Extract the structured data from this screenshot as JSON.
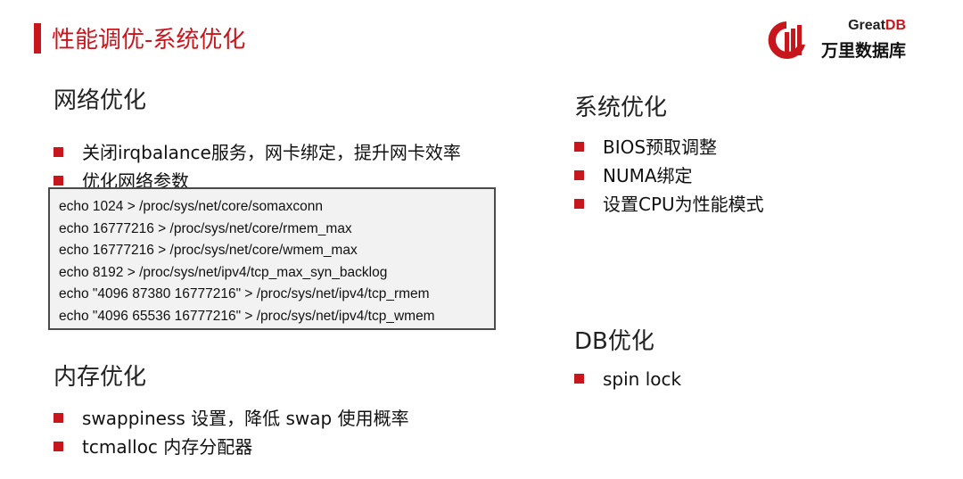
{
  "header": {
    "title": "性能调优-系统优化",
    "logo_en_main": "Great",
    "logo_en_accent": "DB",
    "logo_cn": "万里数据库"
  },
  "colors": {
    "accent": "#c8161d",
    "code_bg": "#f2f2f2",
    "code_border": "#4a4a4a"
  },
  "network": {
    "heading": "网络优化",
    "bullets": [
      "关闭irqbalance服务，网卡绑定，提升网卡效率",
      "优化网络参数"
    ],
    "code": [
      "echo 1024 > /proc/sys/net/core/somaxconn",
      "echo 16777216 > /proc/sys/net/core/rmem_max",
      "echo 16777216 > /proc/sys/net/core/wmem_max",
      "echo 8192 > /proc/sys/net/ipv4/tcp_max_syn_backlog",
      "echo \"4096 87380 16777216\" > /proc/sys/net/ipv4/tcp_rmem",
      "echo \"4096 65536 16777216\" > /proc/sys/net/ipv4/tcp_wmem"
    ]
  },
  "memory": {
    "heading": "内存优化",
    "bullets": [
      "swappiness 设置，降低 swap 使用概率",
      "tcmalloc 内存分配器"
    ]
  },
  "system": {
    "heading": "系统优化",
    "bullets": [
      "BIOS预取调整",
      "NUMA绑定",
      "设置CPU为性能模式"
    ]
  },
  "db": {
    "heading": "DB优化",
    "bullets": [
      "spin lock"
    ]
  }
}
